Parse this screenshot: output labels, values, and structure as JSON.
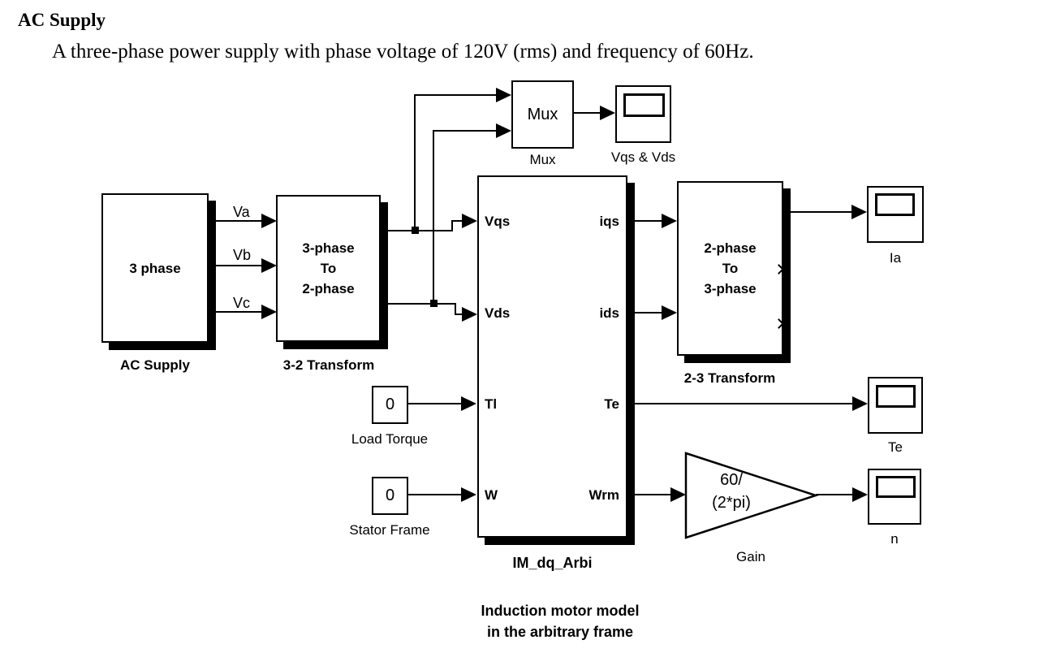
{
  "header": {
    "title": "AC Supply",
    "subtitle": "A three-phase power supply with phase voltage of 120V (rms) and frequency of 60Hz."
  },
  "colors": {
    "line": "#000000",
    "background": "#ffffff"
  },
  "blocks": {
    "ac_supply": {
      "text": "3 phase",
      "label": "AC Supply"
    },
    "transform32": {
      "line1": "3-phase",
      "line2": "To",
      "line3": "2-phase",
      "label": "3-2 Transform"
    },
    "mux": {
      "text": "Mux",
      "label": "Mux"
    },
    "scope_vqsvds": {
      "label": "Vqs & Vds"
    },
    "im": {
      "label": "IM_dq_Arbi",
      "ports_in": [
        "Vqs",
        "Vds",
        "Tl",
        "W"
      ],
      "ports_out": [
        "iqs",
        "ids",
        "Te",
        "Wrm"
      ]
    },
    "transform23": {
      "line1": "2-phase",
      "line2": "To",
      "line3": "3-phase",
      "label": "2-3 Transform"
    },
    "scope_ia": {
      "label": "Ia"
    },
    "const_load": {
      "value": "0",
      "label": "Load Torque"
    },
    "const_stator": {
      "value": "0",
      "label": "Stator Frame"
    },
    "gain": {
      "line1": "60/",
      "line2": "(2*pi)",
      "label": "Gain"
    },
    "scope_te": {
      "label": "Te"
    },
    "scope_n": {
      "label": "n"
    }
  },
  "signals": {
    "va": "Va",
    "vb": "Vb",
    "vc": "Vc"
  },
  "caption": {
    "line1": "Induction motor model",
    "line2": "in the arbitrary frame"
  }
}
